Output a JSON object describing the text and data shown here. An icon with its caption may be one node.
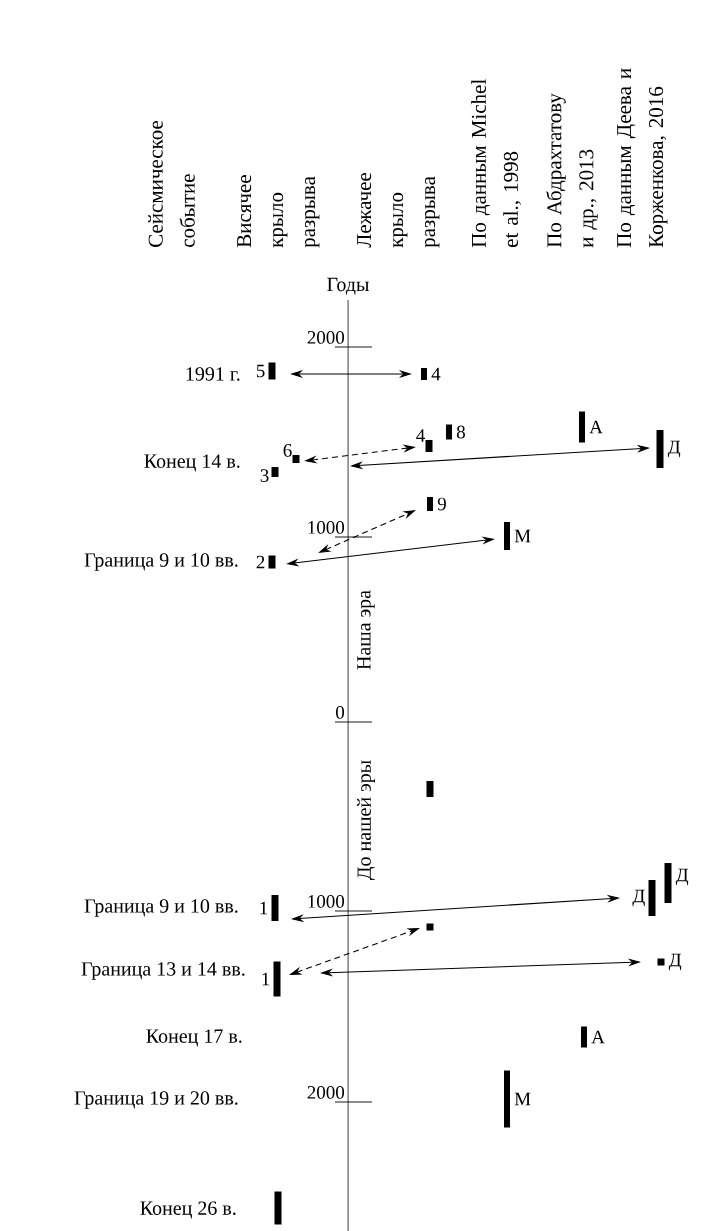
{
  "diagram": {
    "nodes": [
      {
        "text": [],
        "shape": "bar",
        "beside": [
          "5"
        ]
      },
      {
        "text": [],
        "shape": "bar",
        "beside": [
          "4"
        ]
      },
      {
        "text": [],
        "shape": "bar",
        "beside": [
          "А"
        ]
      },
      {
        "text": [],
        "shape": "bar",
        "beside": [
          "8"
        ]
      },
      {
        "text": [],
        "shape": "bar",
        "beside": [
          "4"
        ]
      },
      {
        "text": [],
        "shape": "bar",
        "beside": [
          "Д"
        ]
      },
      {
        "text": [],
        "shape": "bar",
        "beside": [
          "6"
        ]
      },
      {
        "text": [],
        "shape": "bar",
        "beside": [
          "3"
        ]
      },
      {
        "text": [],
        "shape": "bar",
        "beside": [
          "9"
        ]
      },
      {
        "text": [],
        "shape": "bar",
        "beside": [
          "М"
        ]
      },
      {
        "text": [],
        "shape": "bar",
        "beside": [
          "2"
        ]
      },
      {
        "text": [],
        "shape": "bar"
      },
      {
        "text": [],
        "shape": "bar",
        "beside": [
          "Д"
        ]
      },
      {
        "text": [],
        "shape": "bar",
        "beside": [
          "Д"
        ]
      },
      {
        "text": [],
        "shape": "bar",
        "beside": [
          "1"
        ]
      },
      {
        "text": [],
        "shape": "bar"
      },
      {
        "text": [],
        "shape": "bar",
        "beside": [
          "Д"
        ]
      },
      {
        "text": [],
        "shape": "bar",
        "beside": [
          "1"
        ]
      },
      {
        "text": [],
        "shape": "bar",
        "beside": [
          "А"
        ]
      },
      {
        "text": [],
        "shape": "bar",
        "beside": [
          "М"
        ]
      },
      {
        "text": [],
        "shape": "bar"
      }
    ],
    "edges": [
      {
        "from": 0,
        "to": 1,
        "arrow": "both"
      },
      {
        "from": 6,
        "to": 4,
        "arrow": "both",
        "style": "dashed"
      },
      {
        "from": null,
        "to": 5,
        "arrow": "both"
      },
      {
        "from": 10,
        "to": 8,
        "arrow": "both",
        "style": "dashed"
      },
      {
        "from": 10,
        "to": 9,
        "arrow": "both"
      },
      {
        "from": 14,
        "to": 13,
        "arrow": "both"
      },
      {
        "from": 17,
        "to": 15,
        "arrow": "both",
        "style": "dashed"
      },
      {
        "from": null,
        "to": 16,
        "arrow": "both"
      }
    ],
    "labels": [
      "Сейсмическое событие",
      "Висячее крыло разрыва",
      "Лежачее крыло разрыва",
      "По данным Michel et al., 1998",
      "По Абдрахтатову и др., 2013",
      "По данным Деева и Корженкова, 2016",
      "Годы",
      "2000",
      "1991 г.",
      "Конец 14 в.",
      "1000",
      "Граница 9 и 10 вв.",
      "Наша эра",
      "0",
      "До нашей эры",
      "1000",
      "Граница 9 и 10 вв.",
      "Граница 13 и 14 вв.",
      "Конец 17 в.",
      "2000",
      "Граница 19 и 20 вв.",
      "Конец 26 в."
    ]
  }
}
